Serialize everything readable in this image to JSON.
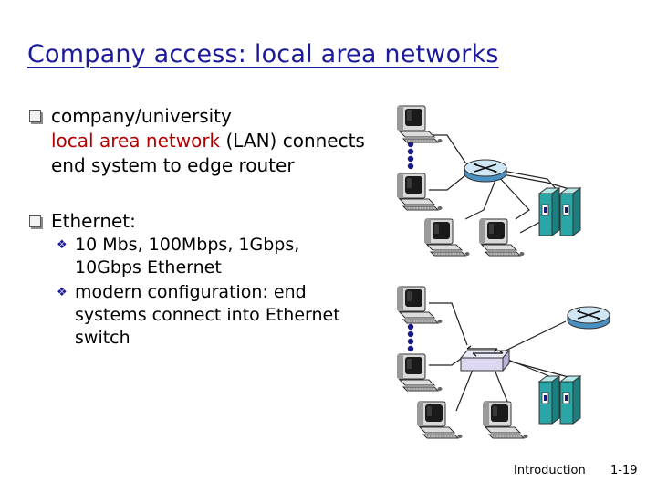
{
  "slide": {
    "title": "Company access: local area networks",
    "bullets": [
      {
        "text_before": "company/university",
        "highlight": "local area network",
        "text_after": "(LAN) connects end system to edge router"
      },
      {
        "text": "Ethernet:",
        "sub": [
          "10 Mbs, 100Mbps, 1Gbps, 10Gbps Ethernet",
          "modern configuration: end systems connect into Ethernet switch"
        ]
      }
    ],
    "footer": {
      "section": "Introduction",
      "page": "1-19"
    }
  },
  "icons": {
    "bullet": "square-bullet-icon",
    "sub_bullet": "diamond-bullet-icon",
    "computer": "desktop-computer-icon",
    "router": "router-icon",
    "switch": "ethernet-switch-icon",
    "server": "server-rack-icon",
    "ellipsis": "vertical-dots-icon"
  },
  "colors": {
    "title": "#1a1a9a",
    "highlight": "#b00000",
    "device_blue": "#5aa0c8",
    "server_teal": "#2aa6a6"
  }
}
